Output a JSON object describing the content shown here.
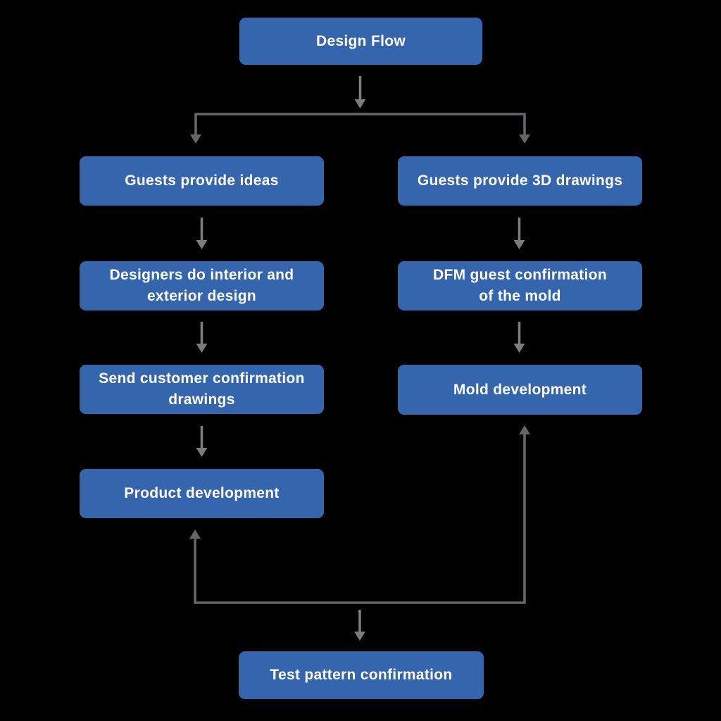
{
  "diagram": {
    "background": "#000000",
    "colors": {
      "node_fill": "#3565ad",
      "node_text": "#ffffff",
      "connector": "#64666a",
      "arrow_light": "#7a7c7e"
    },
    "nodes": {
      "design_flow": {
        "label": "Design Flow"
      },
      "guests_ideas": {
        "label": "Guests provide ideas"
      },
      "guests_3d": {
        "label": "Guests provide 3D drawings"
      },
      "designers": {
        "label": "Designers do interior and\nexterior design"
      },
      "dfm": {
        "label": "DFM guest confirmation\nof the mold"
      },
      "send_drawings": {
        "label": "Send customer confirmation\ndrawings"
      },
      "mold_dev": {
        "label": "Mold development"
      },
      "product_dev": {
        "label": "Product development"
      },
      "test_pattern": {
        "label": "Test pattern confirmation"
      }
    },
    "edges": [
      {
        "from": "design_flow",
        "to": "guests_ideas"
      },
      {
        "from": "design_flow",
        "to": "guests_3d"
      },
      {
        "from": "guests_ideas",
        "to": "designers"
      },
      {
        "from": "designers",
        "to": "send_drawings"
      },
      {
        "from": "send_drawings",
        "to": "product_dev"
      },
      {
        "from": "guests_3d",
        "to": "dfm"
      },
      {
        "from": "dfm",
        "to": "mold_dev"
      },
      {
        "from": "test_pattern",
        "to": "product_dev",
        "bidirectional": true
      },
      {
        "from": "test_pattern",
        "to": "mold_dev",
        "bidirectional": true
      }
    ]
  }
}
